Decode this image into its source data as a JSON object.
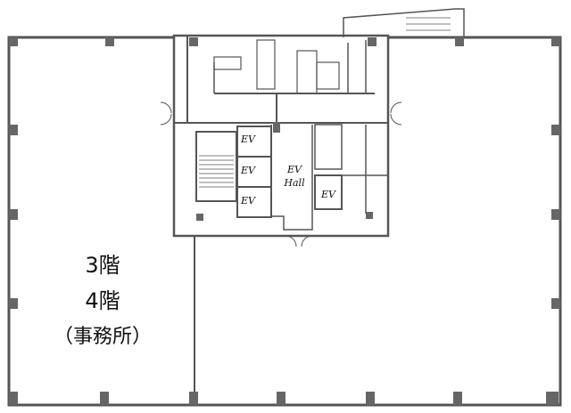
{
  "plan": {
    "floors": [
      "3階",
      "4階"
    ],
    "usage": "（事務所）",
    "elevators": [
      "EV",
      "EV",
      "EV",
      "EV"
    ],
    "ev_hall": [
      "EV",
      "Hall"
    ]
  },
  "colors": {
    "wall": "#555555",
    "column": "#666666",
    "line": "#777777"
  }
}
